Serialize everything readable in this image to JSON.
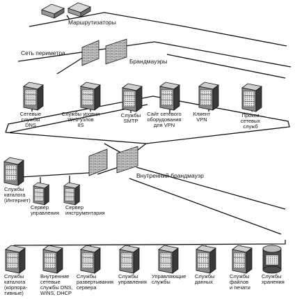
{
  "labels": {
    "routers": "Маршрутизаторы",
    "perimeter_network": "Сеть периметра",
    "firewalls": "Брандмауэры",
    "internal_firewall": "Внутренний брандмауэр"
  },
  "perimeter_servers": [
    "Сетевые\nслужбы\nDNS",
    "Службы уровня\nWeb-узлов\nIIS",
    "Службы\nSMTP",
    "Сайт сетевого\nоборудования\nдля VPN",
    "Клиент\nVPN",
    "Прокси\nсетевых\nслужб"
  ],
  "middle_servers": [
    "Службы\nкаталога\n(Интернет)",
    "Сервер\nуправления",
    "Сервер\nинструментария"
  ],
  "internal_servers": [
    "Службы\nкаталога\n(корпора-\nтивные)",
    "Внутренние\nсетевые\nслужбы DNS,\nWINS, DHCP",
    "Службы\nразвертывания\nсервера",
    "Службы\nуправления",
    "Управляющие\nслужбы",
    "Службы\nданных",
    "Службы\nфайлов\nи печати",
    "Службы\nхранения"
  ],
  "icons": {
    "router": "router-icon",
    "firewall": "firewall-brick-icon",
    "server": "server-tower-icon",
    "storage": "storage-cylinder-icon"
  }
}
